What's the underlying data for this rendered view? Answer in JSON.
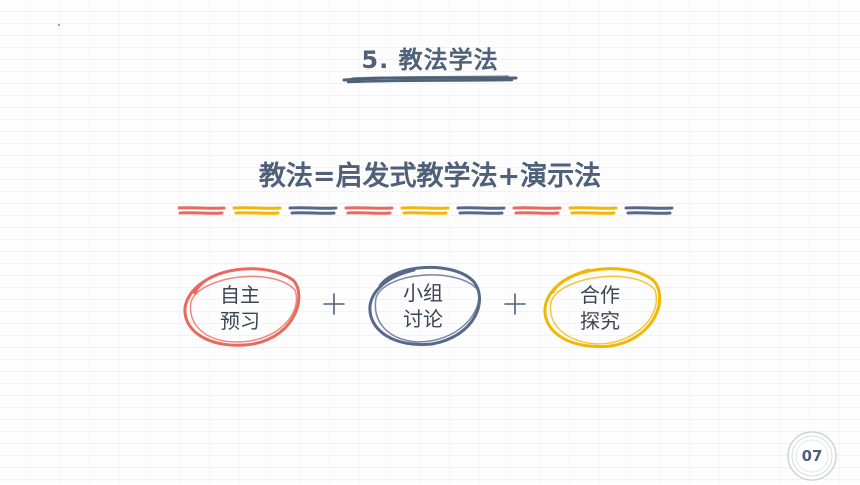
{
  "slide": {
    "title": "5. 教法学法",
    "subtitle": "教法=启发式教学法+演示法",
    "items": [
      {
        "line1": "自主",
        "line2": "预习",
        "color": "#e86a5f"
      },
      {
        "line1": "小组",
        "line2": "讨论",
        "color": "#57698a"
      },
      {
        "line1": "合作",
        "line2": "探究",
        "color": "#f2b705"
      }
    ],
    "dash_colors": [
      "#e86a5f",
      "#f2b705",
      "#57698a"
    ],
    "title_color": "#4f6079",
    "page_number": "07"
  }
}
